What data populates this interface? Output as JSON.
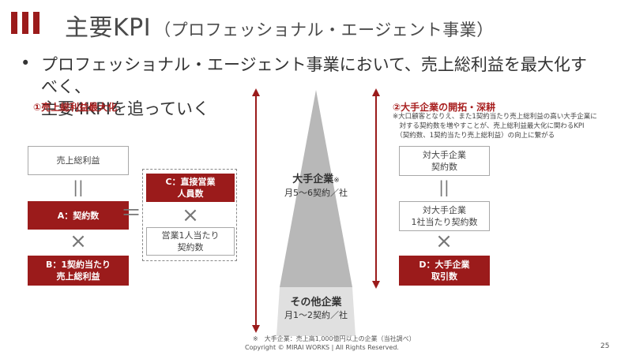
{
  "header": {
    "title": "主要KPI",
    "subtitle": "（プロフェッショナル・エージェント事業）"
  },
  "bullet": {
    "line1": "プロフェッショナル・エージェント事業において、売上総利益を最大化すべく、",
    "line2": "主要4KPIを追っていく"
  },
  "left": {
    "heading": "①売上総利益最大化",
    "gross_profit": "売上総利益",
    "kpi_a": "A：契約数",
    "kpi_b_line1": "B：1契約当たり",
    "kpi_b_line2": "売上総利益",
    "kpi_c_line1": "C：直接営業",
    "kpi_c_line2": "人員数",
    "per_person_line1": "営業1人当たり",
    "per_person_line2": "契約数",
    "equals_vertical": "||",
    "equals": "＝",
    "times": "×"
  },
  "pyramid": {
    "large_title": "大手企業",
    "large_mark": "※",
    "large_sub": "月5〜6契約／社",
    "other_title": "その他企業",
    "other_sub": "月1〜2契約／社",
    "colors": {
      "top": "#b8b8b8",
      "bottom": "#e0e0e0",
      "arrow": "#9b1b1b"
    }
  },
  "right": {
    "heading": "②大手企業の開拓・深耕",
    "note1": "※大口顧客となりえ、また1契約当たり売上総利益の高い大手企業に",
    "note2": "　対する契約数を増やすことが、売上総利益最大化に関わるKPI",
    "note3": "　（契約数、1契約当たり売上総利益）の向上に繋がる",
    "contracts_line1": "対大手企業",
    "contracts_line2": "契約数",
    "per_co_line1": "対大手企業",
    "per_co_line2": "1社当たり契約数",
    "kpi_d_line1": "D：大手企業",
    "kpi_d_line2": "取引数",
    "equals_vertical": "||",
    "times": "×"
  },
  "footer": {
    "note": "※　大手企業：売上高1,000億円以上の企業（当社調べ）",
    "copyright": "Copyright © MIRAI WORKS | All Rights Reserved.",
    "page": "25"
  },
  "colors": {
    "accent": "#9b1b1b",
    "text": "#333333"
  }
}
